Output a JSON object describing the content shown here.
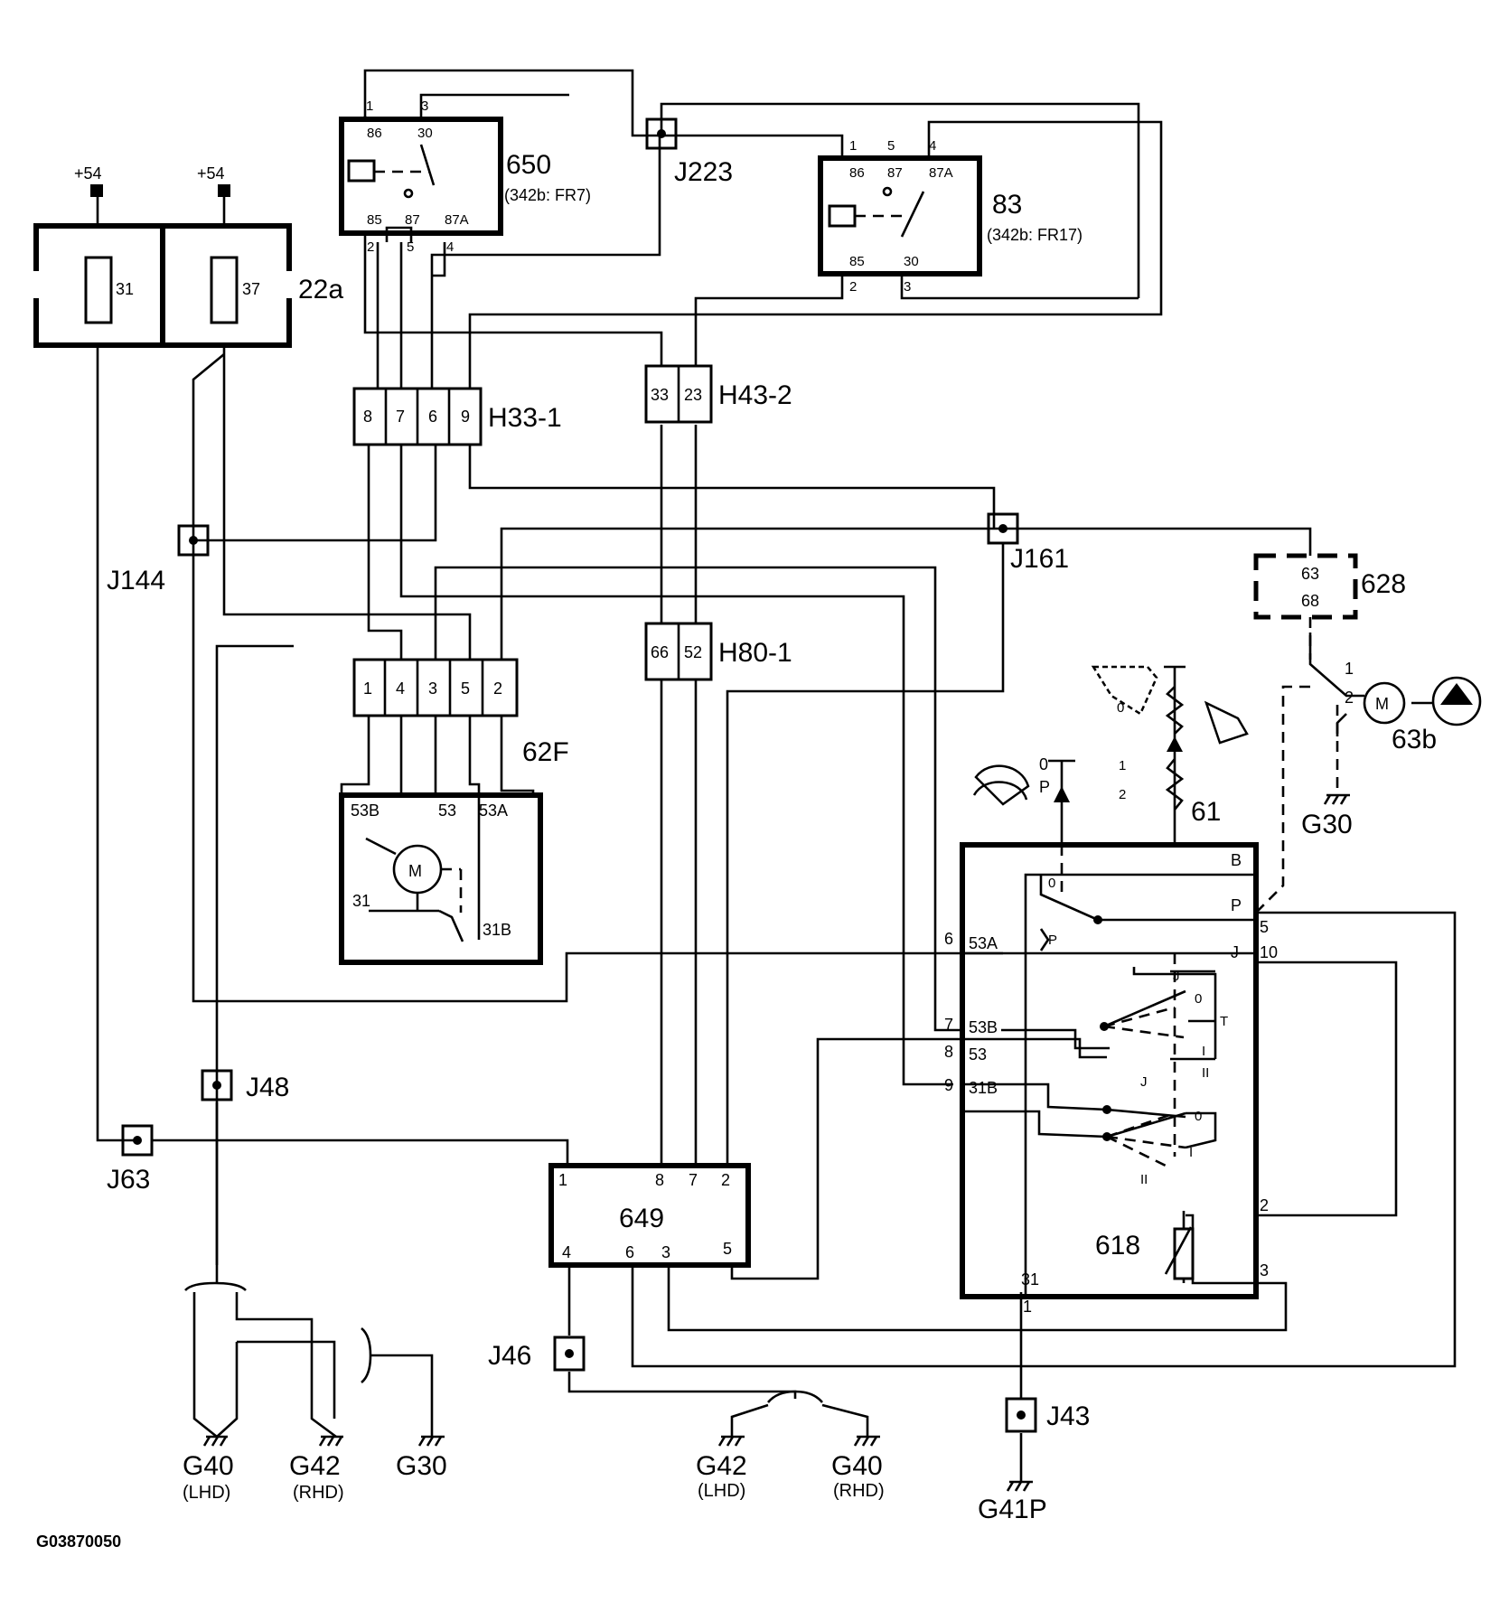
{
  "figure_id": "G03870050",
  "supply": {
    "left": "+54",
    "right": "+54"
  },
  "fuse_box": {
    "name": "22a",
    "fuse_left": "31",
    "fuse_right": "37"
  },
  "relay_650": {
    "name": "650",
    "ref": "(342b: FR7)",
    "top_pins": [
      "1",
      "3"
    ],
    "top_terms": [
      "86",
      "30"
    ],
    "bottom_terms": [
      "85",
      "87",
      "87A"
    ],
    "bottom_pins": [
      "2",
      "5",
      "4"
    ]
  },
  "relay_83": {
    "name": "83",
    "ref": "(342b: FR17)",
    "top_pins": [
      "1",
      "5",
      "4"
    ],
    "top_terms": [
      "86",
      "87",
      "87A"
    ],
    "bottom_terms": [
      "85",
      "30"
    ],
    "bottom_pins": [
      "2",
      "3"
    ]
  },
  "connector_H33": {
    "name": "H33-1",
    "pins": [
      "8",
      "7",
      "6",
      "9"
    ]
  },
  "connector_H43": {
    "name": "H43-2",
    "pins": [
      "33",
      "23"
    ]
  },
  "connector_H80": {
    "name": "H80-1",
    "pins": [
      "66",
      "52"
    ]
  },
  "connector_62F": {
    "name": "62F",
    "pins": [
      "1",
      "4",
      "3",
      "5",
      "2"
    ]
  },
  "wiper_motor": {
    "terms": [
      "53B",
      "53",
      "53A",
      "31",
      "31B"
    ],
    "motor": "M"
  },
  "unit_628": {
    "name": "628",
    "pins": [
      "63",
      "68"
    ]
  },
  "washer_pump": {
    "name": "63b",
    "motor": "M",
    "pins": [
      "1",
      "2"
    ]
  },
  "switch_61": {
    "name": "61",
    "positions": [
      "0",
      "1",
      "2"
    ],
    "park_labels": [
      "0",
      "P"
    ],
    "terms_right": [
      "B",
      "P",
      "J"
    ],
    "pins_right": [
      "5",
      "10",
      "2",
      "3"
    ],
    "terms_left": [
      "53A",
      "53B",
      "53",
      "31B"
    ],
    "pins_left": [
      "6",
      "7",
      "8",
      "9"
    ],
    "contacts_a": [
      "J",
      "0",
      "T",
      "I",
      "II"
    ],
    "contacts_b": [
      "J",
      "0",
      "I",
      "II"
    ],
    "p_contact": "P",
    "zero_contact": "0",
    "ground_term": "31",
    "ground_pin": "1",
    "rheostat": "618"
  },
  "module_649": {
    "name": "649",
    "top_pins": [
      "1",
      "8",
      "7",
      "2"
    ],
    "bottom_pins": [
      "4",
      "6",
      "3",
      "5"
    ]
  },
  "junctions": {
    "j223": "J223",
    "j144": "J144",
    "j161": "J161",
    "j48": "J48",
    "j63": "J63",
    "j46": "J46",
    "j43": "J43"
  },
  "grounds": {
    "g40_left": "G40",
    "g40_left_note": "(LHD)",
    "g42_left": "G42",
    "g42_left_note": "(RHD)",
    "g30_left": "G30",
    "g30_right": "G30",
    "g42_mid": "G42",
    "g42_mid_note": "(LHD)",
    "g40_mid": "G40",
    "g40_mid_note": "(RHD)",
    "g41p": "G41P"
  }
}
